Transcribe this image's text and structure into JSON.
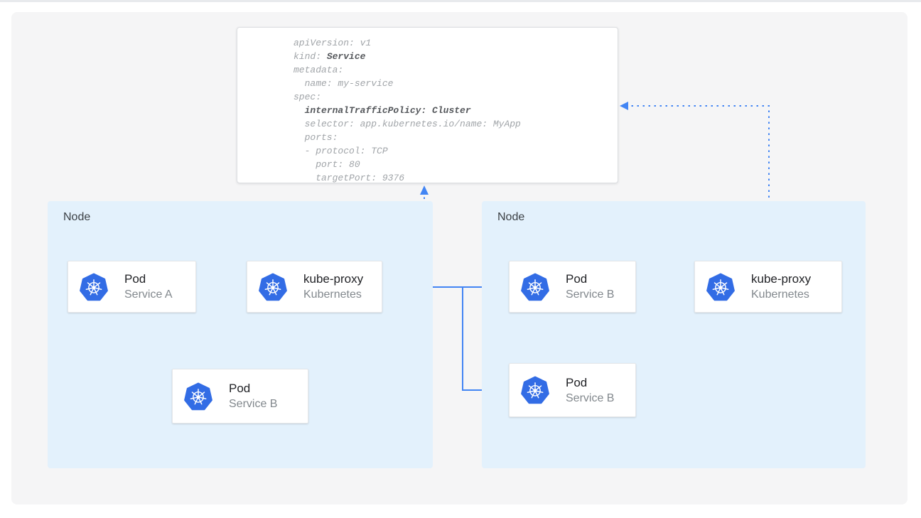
{
  "colors": {
    "panel_bg": "#f5f5f6",
    "node_bg": "#e3f1fc",
    "arrow_blue": "#4285f4",
    "kubernetes_blue": "#326ce5",
    "yaml_text": "#a0a4a8",
    "yaml_bold_text": "#54575b"
  },
  "yaml_card": {
    "lines": [
      {
        "pre": "apiVersion: v1",
        "bold": ""
      },
      {
        "pre": "kind: ",
        "bold": "Service"
      },
      {
        "pre": "metadata:",
        "bold": ""
      },
      {
        "pre": "  name: my-service",
        "bold": ""
      },
      {
        "pre": "spec:",
        "bold": ""
      },
      {
        "pre": "  ",
        "bold": "internalTrafficPolicy: Cluster"
      },
      {
        "pre": "  selector: app.kubernetes.io/name: MyApp",
        "bold": ""
      },
      {
        "pre": "  ports:",
        "bold": ""
      },
      {
        "pre": "  - protocol: TCP",
        "bold": ""
      },
      {
        "pre": "    port: 80",
        "bold": ""
      },
      {
        "pre": "    targetPort: 9376",
        "bold": ""
      }
    ]
  },
  "nodes": {
    "left": {
      "label": "Node"
    },
    "right": {
      "label": "Node"
    }
  },
  "cards": {
    "pod_a": {
      "title": "Pod",
      "subtitle": "Service A"
    },
    "kube_proxy_left": {
      "title": "kube-proxy",
      "subtitle": "Kubernetes"
    },
    "pod_b_left": {
      "title": "Pod",
      "subtitle": "Service B"
    },
    "pod_b_right_top": {
      "title": "Pod",
      "subtitle": "Service B"
    },
    "pod_b_right_bot": {
      "title": "Pod",
      "subtitle": "Service B"
    },
    "kube_proxy_right": {
      "title": "kube-proxy",
      "subtitle": "Kubernetes"
    }
  },
  "icons": {
    "kubernetes": "kubernetes-helm"
  }
}
